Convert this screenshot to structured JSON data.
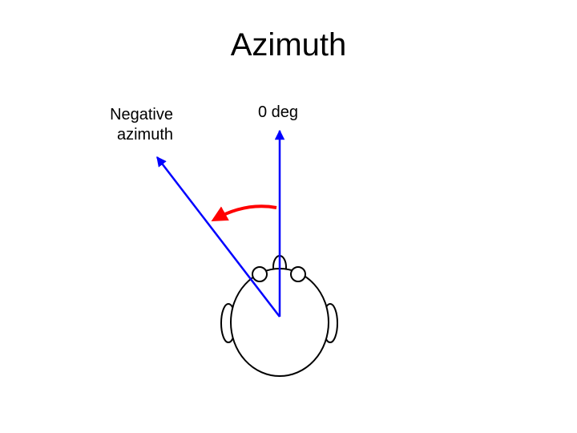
{
  "slide": {
    "title": "Azimuth"
  },
  "labels": {
    "zero": "0 deg",
    "negative_line1": "Negative",
    "negative_line2": "azimuth"
  },
  "colors": {
    "vector": "#0000ff",
    "rotation_arrow": "#ff0000",
    "head_outline": "#000000"
  },
  "icons": {
    "head": "head-top-view-icon"
  }
}
